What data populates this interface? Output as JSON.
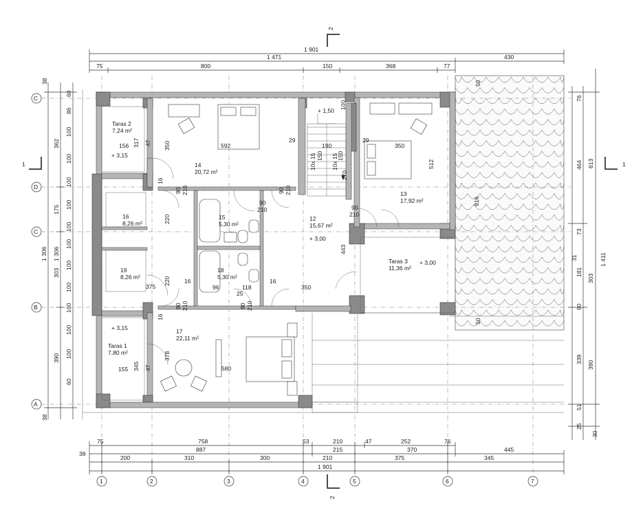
{
  "sections": {
    "section_mark": "2",
    "side_mark": "1"
  },
  "axes": {
    "columns": [
      "1",
      "2",
      "3",
      "4",
      "5",
      "6",
      "7"
    ],
    "rows": [
      "A",
      "B",
      "C",
      "D",
      "C"
    ]
  },
  "dims_top": {
    "overall": "1 901",
    "row2": [
      "1 471",
      "430"
    ],
    "row3": [
      "75",
      "800",
      "150",
      "368",
      "77"
    ]
  },
  "dims_bottom": {
    "row1": [
      "75",
      "758",
      "53",
      "210",
      "47",
      "252",
      "76"
    ],
    "row2": [
      "38",
      "887",
      "215",
      "370",
      "445"
    ],
    "row3": [
      "200",
      "310",
      "300",
      "210",
      "375",
      "345"
    ],
    "overall": "1 901"
  },
  "dims_left": {
    "outer": "1 306",
    "mid": "1 306",
    "segments_a": [
      "362",
      "175",
      "303",
      "390"
    ],
    "segments_b": [
      "60",
      "86",
      "100",
      "100",
      "100",
      "100",
      "100",
      "100",
      "100",
      "100",
      "100",
      "100",
      "100",
      "60"
    ],
    "top": "38",
    "bottom": "38"
  },
  "dims_right": {
    "outer": "1 411",
    "col_a": [
      "613",
      "303",
      "390"
    ],
    "col_b": [
      "76",
      "464",
      "73",
      "31",
      "181",
      "90",
      "339",
      "51",
      "25"
    ],
    "small": "30",
    "roof_a": "916",
    "roof_b": "50",
    "roof_c": "50"
  },
  "rooms": [
    {
      "id": "taras2",
      "name": "Taras 2",
      "area": "7,24 m²"
    },
    {
      "id": "r14",
      "name": "14",
      "area": "20,72 m²"
    },
    {
      "id": "r13",
      "name": "13",
      "area": "17,92 m²"
    },
    {
      "id": "r16",
      "name": "16",
      "area": "8,26 m²"
    },
    {
      "id": "r15",
      "name": "15",
      "area": "5,30 m²"
    },
    {
      "id": "r12",
      "name": "12",
      "area": "15,67 m²"
    },
    {
      "id": "taras3",
      "name": "Taras 3",
      "area": "11,36 m²"
    },
    {
      "id": "r19",
      "name": "19",
      "area": "8,26 m²"
    },
    {
      "id": "r18",
      "name": "18",
      "area": "5,30 m²"
    },
    {
      "id": "r17",
      "name": "17",
      "area": "22,11 m²"
    },
    {
      "id": "taras1",
      "name": "Taras 1",
      "area": "7,80 m²"
    }
  ],
  "levels": [
    "+ 3,15",
    "+ 1,50",
    "+ 3,00",
    "+ 3,00",
    "+ 3,15"
  ],
  "inner_dims": [
    "156",
    "317",
    "350",
    "592",
    "29",
    "190",
    "29",
    "350",
    "512",
    "100",
    "270",
    "10x 15",
    "150",
    "10x 15",
    "150",
    "16",
    "90",
    "210",
    "90",
    "210",
    "90",
    "210",
    "90",
    "210",
    "220",
    "220",
    "443",
    "375",
    "16",
    "96",
    "118",
    "25",
    "16",
    "350",
    "16",
    "90",
    "210",
    "90",
    "210",
    "378",
    "580",
    "155",
    "345",
    "47",
    "47"
  ]
}
